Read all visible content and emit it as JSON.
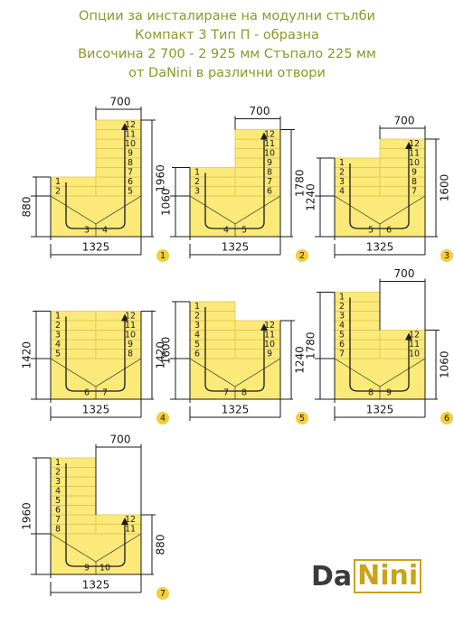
{
  "title_lines": [
    "Опции за инсталиране на модулни стълби",
    "Компакт 3 Тип П - образна",
    "Височина 2 700 - 2 925 мм Стъпало 225 мм",
    "от DaNini в различни отвори"
  ],
  "logo": {
    "part1": "Da",
    "part2": "Nini"
  },
  "colors": {
    "tread": "#fbe97a",
    "tread_border": "#e0c64a",
    "line": "#1a1a1a",
    "badge": "#f2cf3a"
  },
  "variants": [
    {
      "id": "1",
      "width_label": "1325",
      "landing_width_label": "700",
      "left_height_label": "880",
      "right_height_label": "1960",
      "left_steps": [
        "1",
        "2"
      ],
      "landing_steps": [
        "3",
        "4"
      ],
      "right_steps": [
        "5",
        "6",
        "7",
        "8",
        "9",
        "10",
        "11",
        "12"
      ]
    },
    {
      "id": "2",
      "width_label": "1325",
      "landing_width_label": "700",
      "left_height_label": "1060",
      "right_height_label": "1780",
      "left_steps": [
        "1",
        "2",
        "3"
      ],
      "landing_steps": [
        "4",
        "5"
      ],
      "right_steps": [
        "6",
        "7",
        "8",
        "9",
        "10",
        "11",
        "12"
      ]
    },
    {
      "id": "3",
      "width_label": "1325",
      "landing_width_label": "700",
      "left_height_label": "1240",
      "right_height_label": "1600",
      "left_steps": [
        "1",
        "2",
        "3",
        "4"
      ],
      "landing_steps": [
        "5",
        "6"
      ],
      "right_steps": [
        "7",
        "8",
        "9",
        "10",
        "11",
        "12"
      ]
    },
    {
      "id": "4",
      "width_label": "1325",
      "landing_width_label": "",
      "left_height_label": "1420",
      "right_height_label": "1420",
      "left_steps": [
        "1",
        "2",
        "3",
        "4",
        "5"
      ],
      "landing_steps": [
        "6",
        "7"
      ],
      "right_steps": [
        "8",
        "9",
        "10",
        "11",
        "12"
      ]
    },
    {
      "id": "5",
      "width_label": "1325",
      "landing_width_label": "",
      "left_height_label": "1600",
      "right_height_label": "1240",
      "left_steps": [
        "1",
        "2",
        "3",
        "4",
        "5",
        "6"
      ],
      "landing_steps": [
        "7",
        "8"
      ],
      "right_steps": [
        "9",
        "10",
        "11",
        "12"
      ]
    },
    {
      "id": "6",
      "width_label": "1325",
      "landing_width_label": "700",
      "left_height_label": "1780",
      "right_height_label": "1060",
      "left_steps": [
        "1",
        "2",
        "3",
        "4",
        "5",
        "6",
        "7"
      ],
      "landing_steps": [
        "8",
        "9"
      ],
      "right_steps": [
        "10",
        "11",
        "12"
      ]
    },
    {
      "id": "7",
      "width_label": "1325",
      "landing_width_label": "700",
      "left_height_label": "1960",
      "right_height_label": "880",
      "left_steps": [
        "1",
        "2",
        "3",
        "4",
        "5",
        "6",
        "7",
        "8"
      ],
      "landing_steps": [
        "9",
        "10"
      ],
      "right_steps": [
        "11",
        "12"
      ]
    }
  ]
}
